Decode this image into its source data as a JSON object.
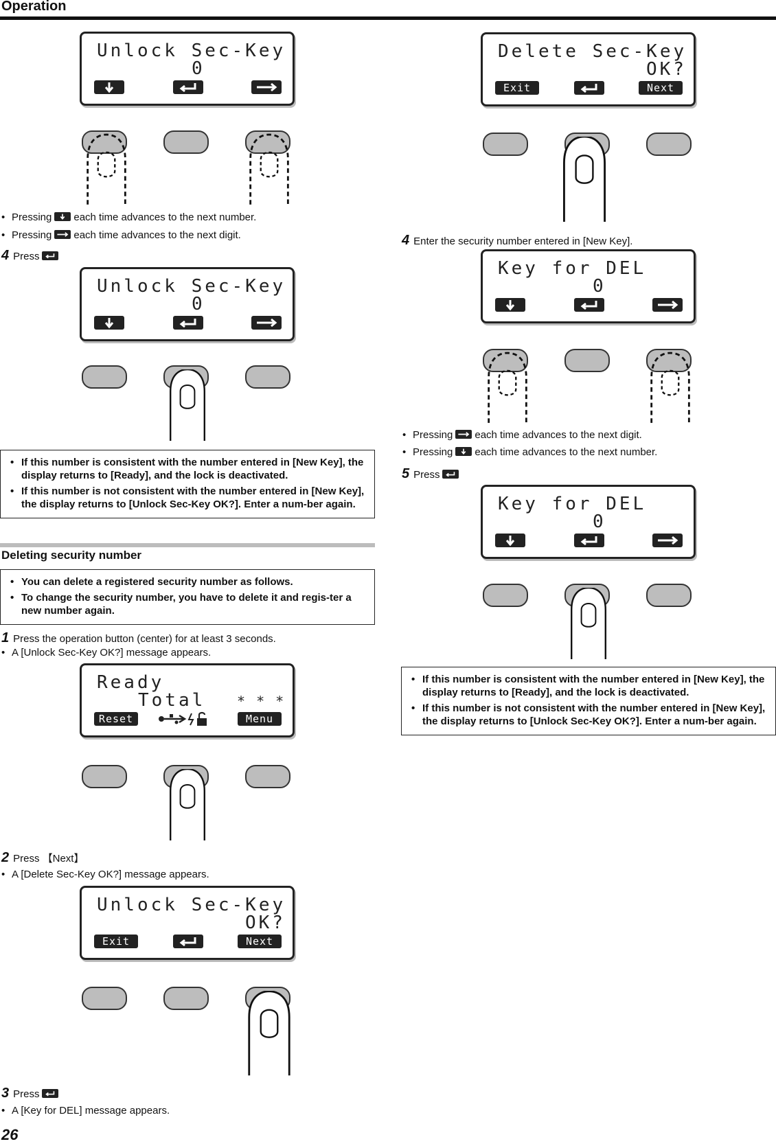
{
  "header": {
    "title": "Operation"
  },
  "page_number": "26",
  "left": {
    "lcd1": {
      "line1": "Unlock Sec-Key",
      "line2": "0"
    },
    "bul1": "Pressing",
    "bul1b": "each time advances to the next number.",
    "bul2": "Pressing",
    "bul2b": "each time advances to the next digit.",
    "step4": {
      "num": "4",
      "text": "Press"
    },
    "lcd2": {
      "line1": "Unlock Sec-Key",
      "line2": "0"
    },
    "note1": [
      "If this number is consistent with the number entered in [New Key], the display returns to [Ready], and the lock is deactivated.",
      "If this number is not consistent with the number entered in [New Key], the display returns to [Unlock Sec-Key OK?]. Enter a num-ber again."
    ],
    "section_title": "Deleting security number",
    "note2": [
      "You can delete a registered security number as follows.",
      "To change the security number, you have to delete it and regis-ter a new number again."
    ],
    "step1": {
      "num": "1",
      "text": "Press the operation button (center) for at least 3 seconds."
    },
    "step1_bul": "A [Unlock Sec-Key OK?] message appears.",
    "lcd3": {
      "line1": "Ready",
      "line2": "Total",
      "stars": "∗ ∗ ∗",
      "reset": "Reset",
      "menu": "Menu"
    },
    "step2": {
      "num": "2",
      "text": "Press 【Next】"
    },
    "step2_bul": "A [Delete Sec-Key OK?] message appears.",
    "lcd4": {
      "line1": "Unlock Sec-Key",
      "line2": "OK?",
      "exit": "Exit",
      "next": "Next"
    },
    "step3": {
      "num": "3",
      "text": "Press"
    },
    "step3_bul": "A [Key for DEL] message appears."
  },
  "right": {
    "lcd5": {
      "line1": "Delete Sec-Key",
      "line2": "OK?",
      "exit": "Exit",
      "next": "Next"
    },
    "step4": {
      "num": "4",
      "text": "Enter the security number entered in [New Key]."
    },
    "lcd6": {
      "line1": "Key for DEL",
      "line2": "0"
    },
    "bul1": "Pressing",
    "bul1b": "each time advances to the next digit.",
    "bul2": "Pressing",
    "bul2b": "each time advances to the next number.",
    "step5": {
      "num": "5",
      "text": "Press"
    },
    "lcd7": {
      "line1": "Key for DEL",
      "line2": "0"
    },
    "note": [
      "If this number is consistent with the number entered in [New Key], the display returns to [Ready], and the lock is deactivated.",
      "If this number is not consistent with the number entered in [New Key], the display returns to [Unlock Sec-Key OK?]. Enter a num-ber again."
    ]
  }
}
